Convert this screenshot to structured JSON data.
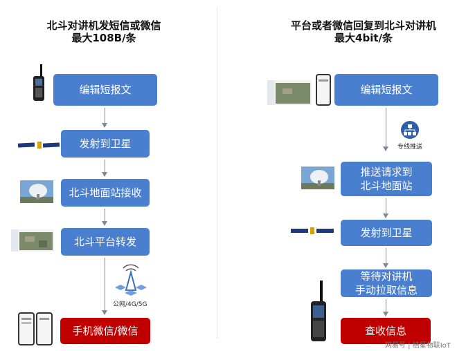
{
  "left": {
    "title_line1": "北斗对讲机发短信或微信",
    "title_line2": "最大108B/条",
    "steps": [
      "编辑短报文",
      "发射到卫星",
      "北斗地面站接收",
      "北斗平台转发",
      "手机微信/微信"
    ],
    "network_label": "公网/4G/5G"
  },
  "right": {
    "title_line1": "平台或者微信回复到北斗对讲机",
    "title_line2": "最大4bit/条",
    "steps": [
      "编辑短报文",
      "推送请求到",
      "北斗地面站",
      "发射到卫星",
      "等待对讲机",
      "手动拉取信息",
      "查收信息"
    ],
    "push_label": "专线推送"
  },
  "watermark": "网易号 | 桔星物联IoT",
  "colors": {
    "step_blue": "#4a7fd0",
    "final_red": "#c00000"
  }
}
